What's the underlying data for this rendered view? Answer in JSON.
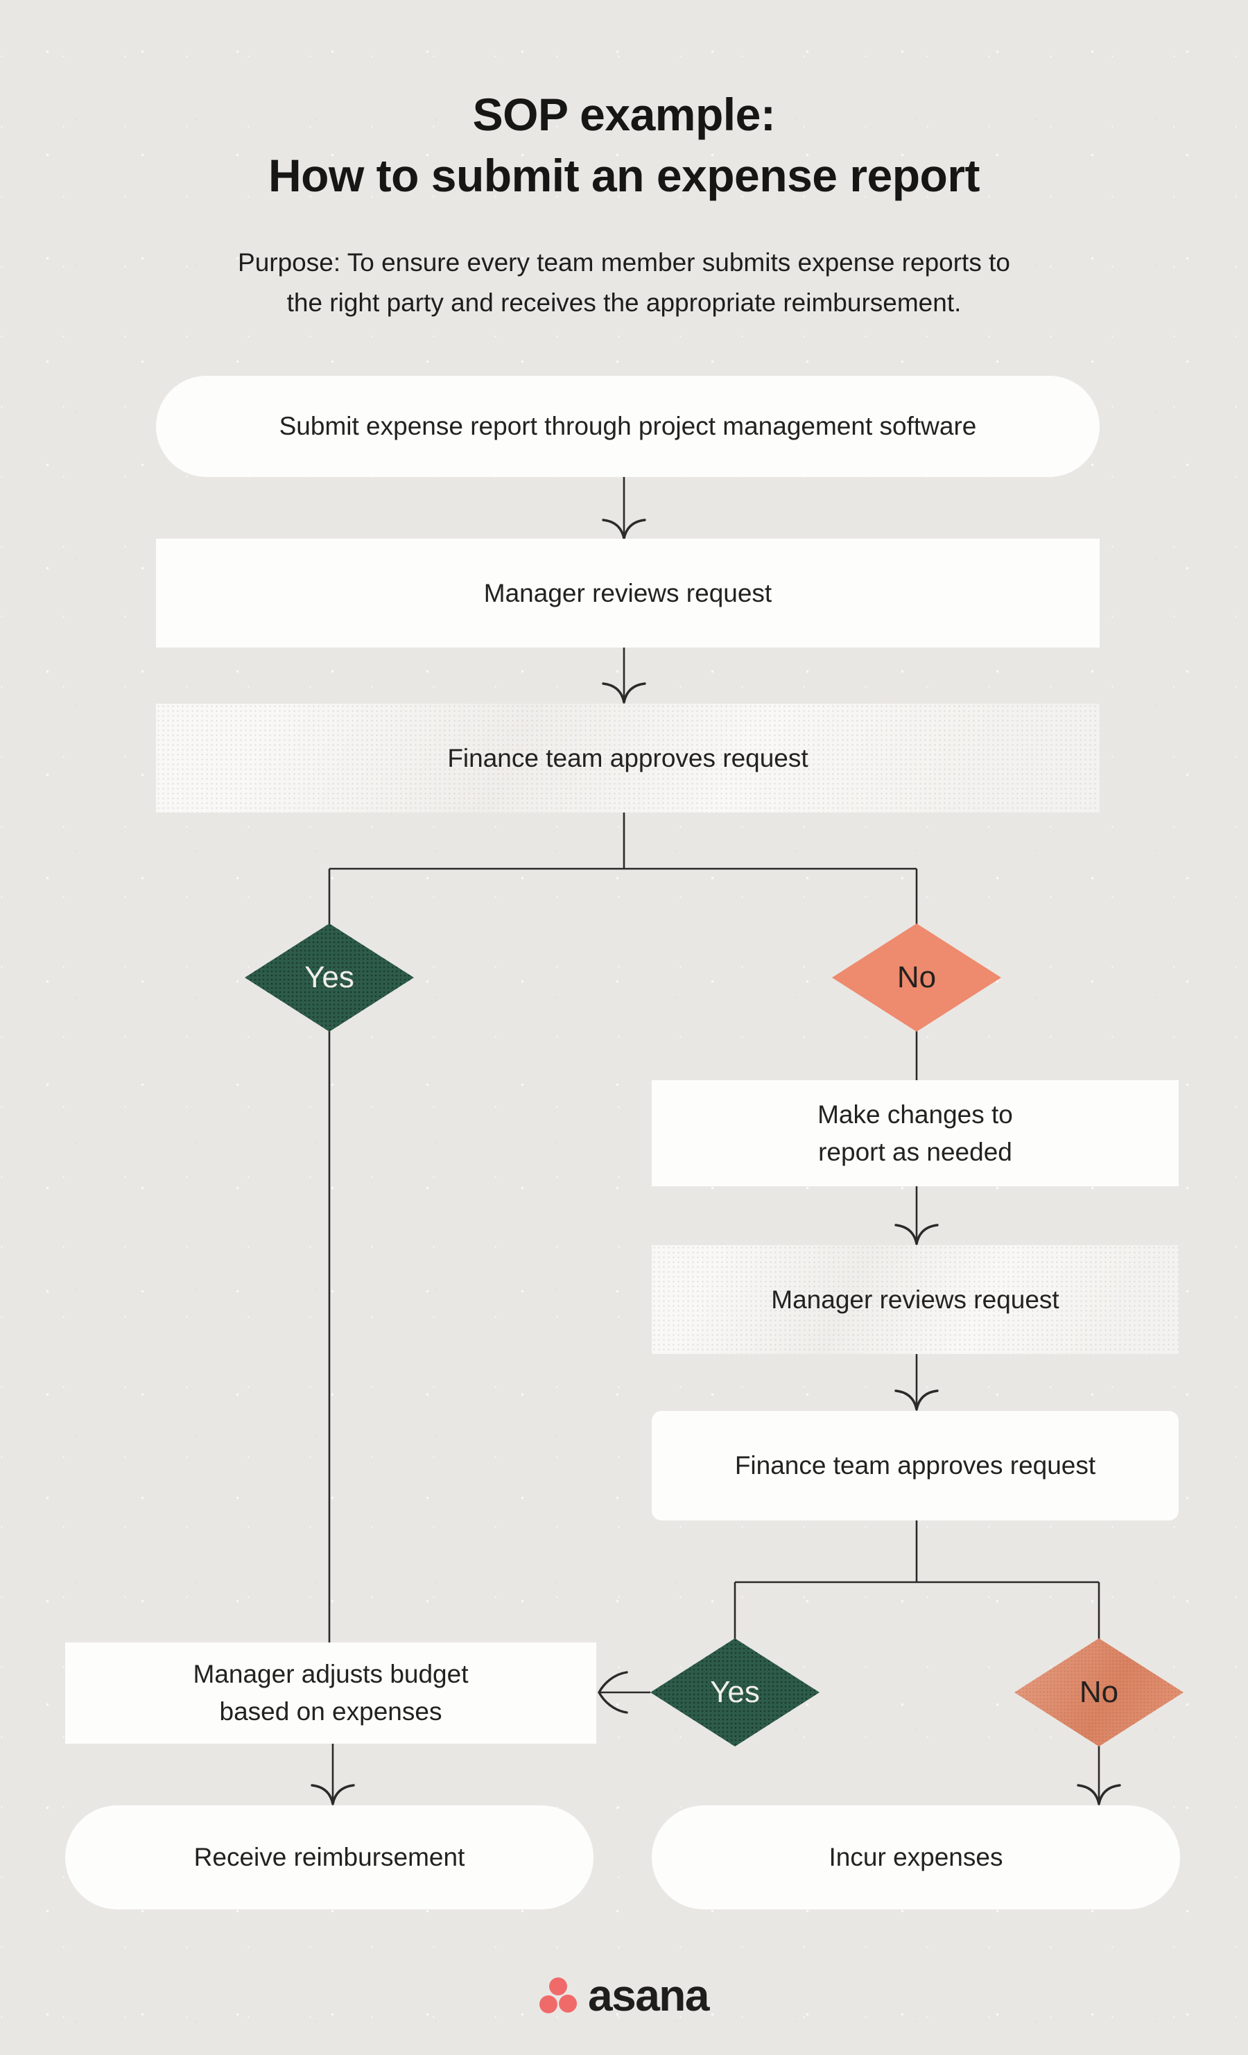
{
  "page": {
    "title_line1": "SOP example:",
    "title_line2": "How to submit an expense report",
    "purpose_line1": "Purpose: To ensure every team member submits expense reports to",
    "purpose_line2": "the right party and receives the appropriate reimbursement."
  },
  "flowchart": {
    "nodes": {
      "submit": {
        "label": "Submit expense report through project management software",
        "shape": "pill"
      },
      "manager_review_1": {
        "label": "Manager reviews request",
        "shape": "rect"
      },
      "finance_approve_1": {
        "label": "Finance team approves request",
        "shape": "rect"
      },
      "decision_1_yes": {
        "label": "Yes",
        "shape": "diamond",
        "color": "#2e5c4a"
      },
      "decision_1_no": {
        "label": "No",
        "shape": "diamond",
        "color": "#ee8a6d"
      },
      "make_changes": {
        "label": "Make changes to report as needed",
        "line1": "Make changes to",
        "line2": "report as needed",
        "shape": "rect"
      },
      "manager_review_2": {
        "label": "Manager reviews request",
        "shape": "rect"
      },
      "finance_approve_2": {
        "label": "Finance team approves request",
        "shape": "rounded-rect"
      },
      "decision_2_yes": {
        "label": "Yes",
        "shape": "diamond",
        "color": "#2e5c4a"
      },
      "decision_2_no": {
        "label": "No",
        "shape": "diamond",
        "color": "#e18a69"
      },
      "adjust_budget": {
        "label": "Manager adjusts budget based on expenses",
        "line1": "Manager adjusts budget",
        "line2": "based on expenses",
        "shape": "rect"
      },
      "receive_reimbursement": {
        "label": "Receive reimbursement",
        "shape": "pill"
      },
      "incur_expenses": {
        "label": "Incur expenses",
        "shape": "pill"
      }
    },
    "edges": [
      {
        "from": "submit",
        "to": "manager_review_1",
        "arrow": true
      },
      {
        "from": "manager_review_1",
        "to": "finance_approve_1",
        "arrow": true
      },
      {
        "from": "finance_approve_1",
        "to": "decision_1_yes",
        "arrow": false
      },
      {
        "from": "finance_approve_1",
        "to": "decision_1_no",
        "arrow": false
      },
      {
        "from": "decision_1_yes",
        "to": "adjust_budget",
        "arrow": false
      },
      {
        "from": "decision_1_no",
        "to": "make_changes",
        "arrow": false
      },
      {
        "from": "make_changes",
        "to": "manager_review_2",
        "arrow": true
      },
      {
        "from": "manager_review_2",
        "to": "finance_approve_2",
        "arrow": true
      },
      {
        "from": "finance_approve_2",
        "to": "decision_2_yes",
        "arrow": false
      },
      {
        "from": "finance_approve_2",
        "to": "decision_2_no",
        "arrow": false
      },
      {
        "from": "decision_2_yes",
        "to": "adjust_budget",
        "arrow": true
      },
      {
        "from": "decision_2_no",
        "to": "incur_expenses",
        "arrow": true
      },
      {
        "from": "adjust_budget",
        "to": "receive_reimbursement",
        "arrow": true
      }
    ],
    "colors": {
      "background": "#e9e7e4",
      "node_background": "#fdfdfc",
      "yes_diamond_green": "#2e5c4a",
      "no_diamond_salmon": "#ee8a6d",
      "connector_line": "#2a2a28",
      "text": "#21211f"
    }
  },
  "footer": {
    "brand_wordmark": "asana",
    "logo_dot_color": "#f06a6a"
  }
}
